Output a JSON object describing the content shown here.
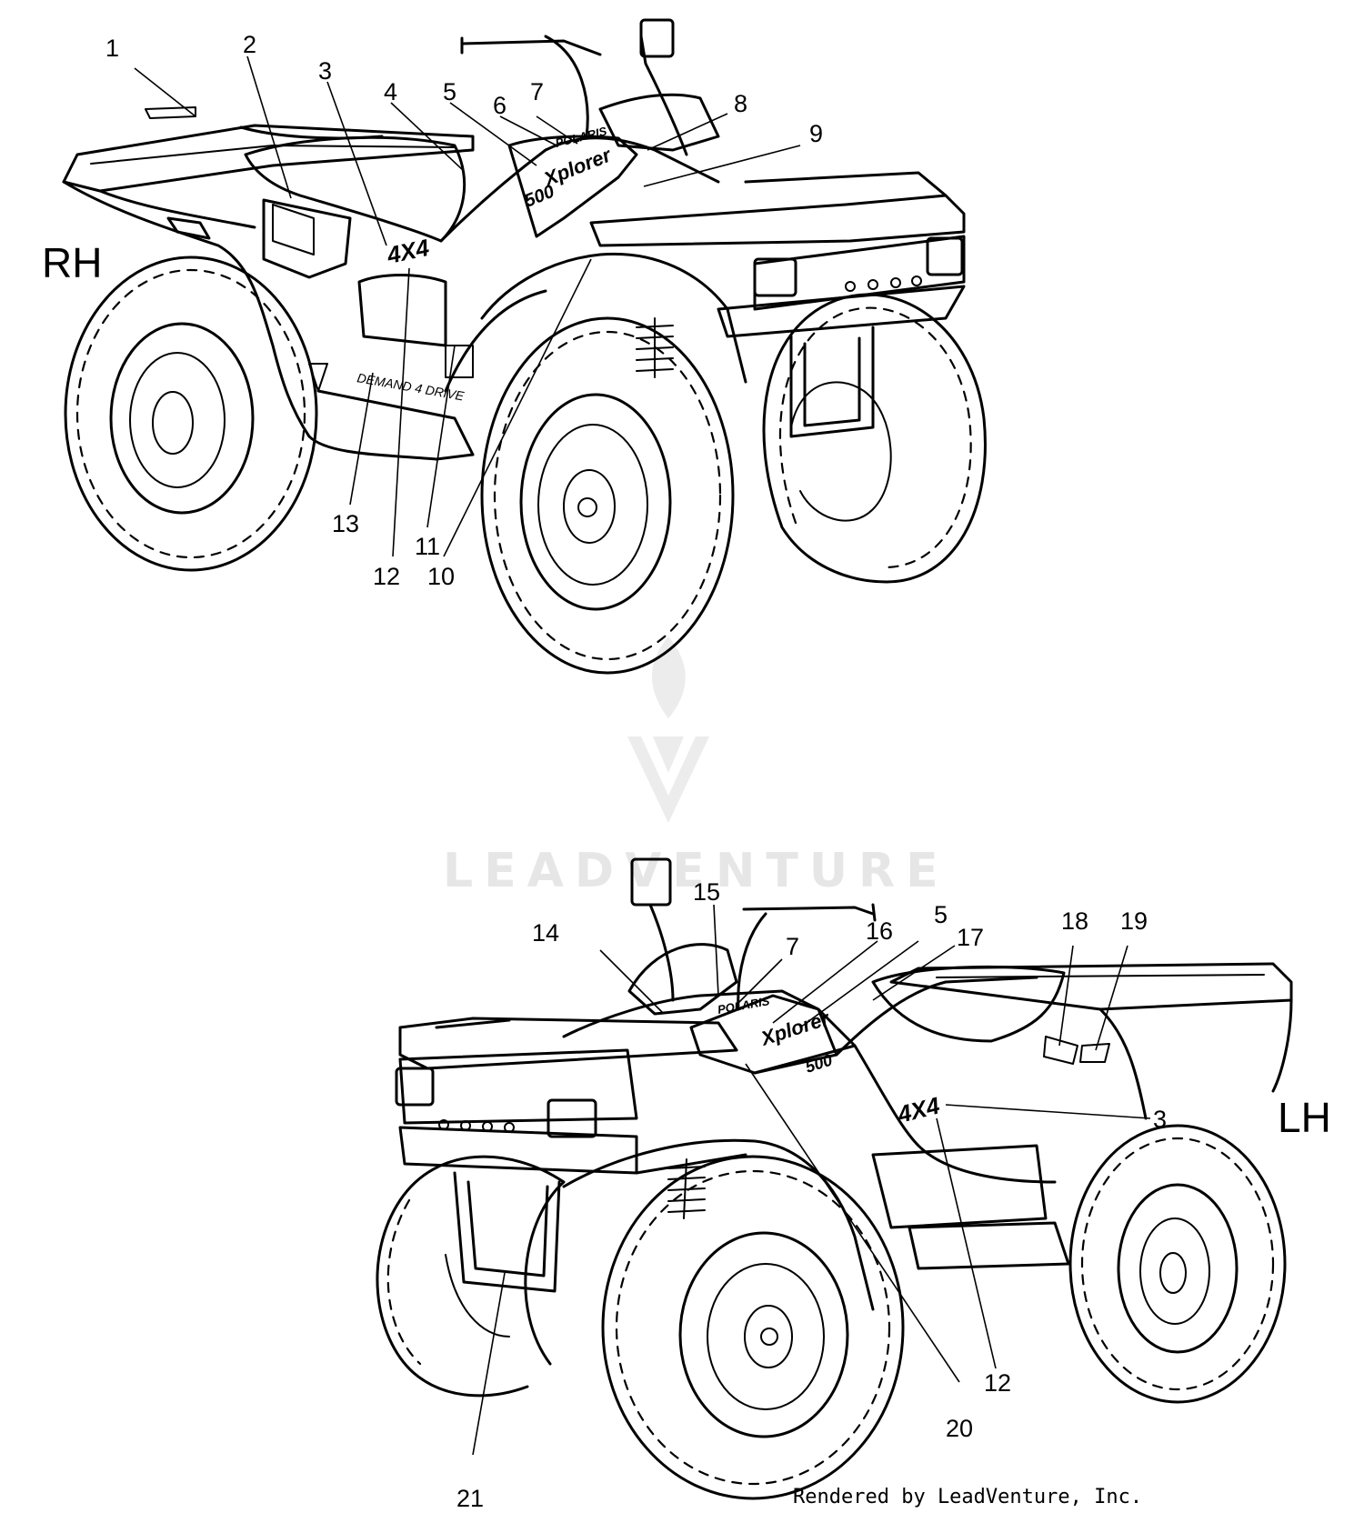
{
  "diagram": {
    "views": {
      "right": {
        "label": "RH"
      },
      "left": {
        "label": "LH"
      }
    },
    "callouts_right": [
      "1",
      "2",
      "3",
      "4",
      "5",
      "6",
      "7",
      "8",
      "9",
      "10",
      "11",
      "12",
      "13"
    ],
    "callouts_left": [
      "15",
      "14",
      "7",
      "16",
      "5",
      "17",
      "18",
      "19",
      "3",
      "12",
      "20",
      "21"
    ],
    "decals": {
      "badge_4x4": "4X4",
      "model": "Xplorer",
      "engine": "500",
      "drive": "DEMAND 4 DRIVE",
      "brand": "POLARIS"
    }
  },
  "watermark": {
    "brand": "LEADVENTURE"
  },
  "footer": {
    "text": "Rendered by LeadVenture, Inc."
  }
}
